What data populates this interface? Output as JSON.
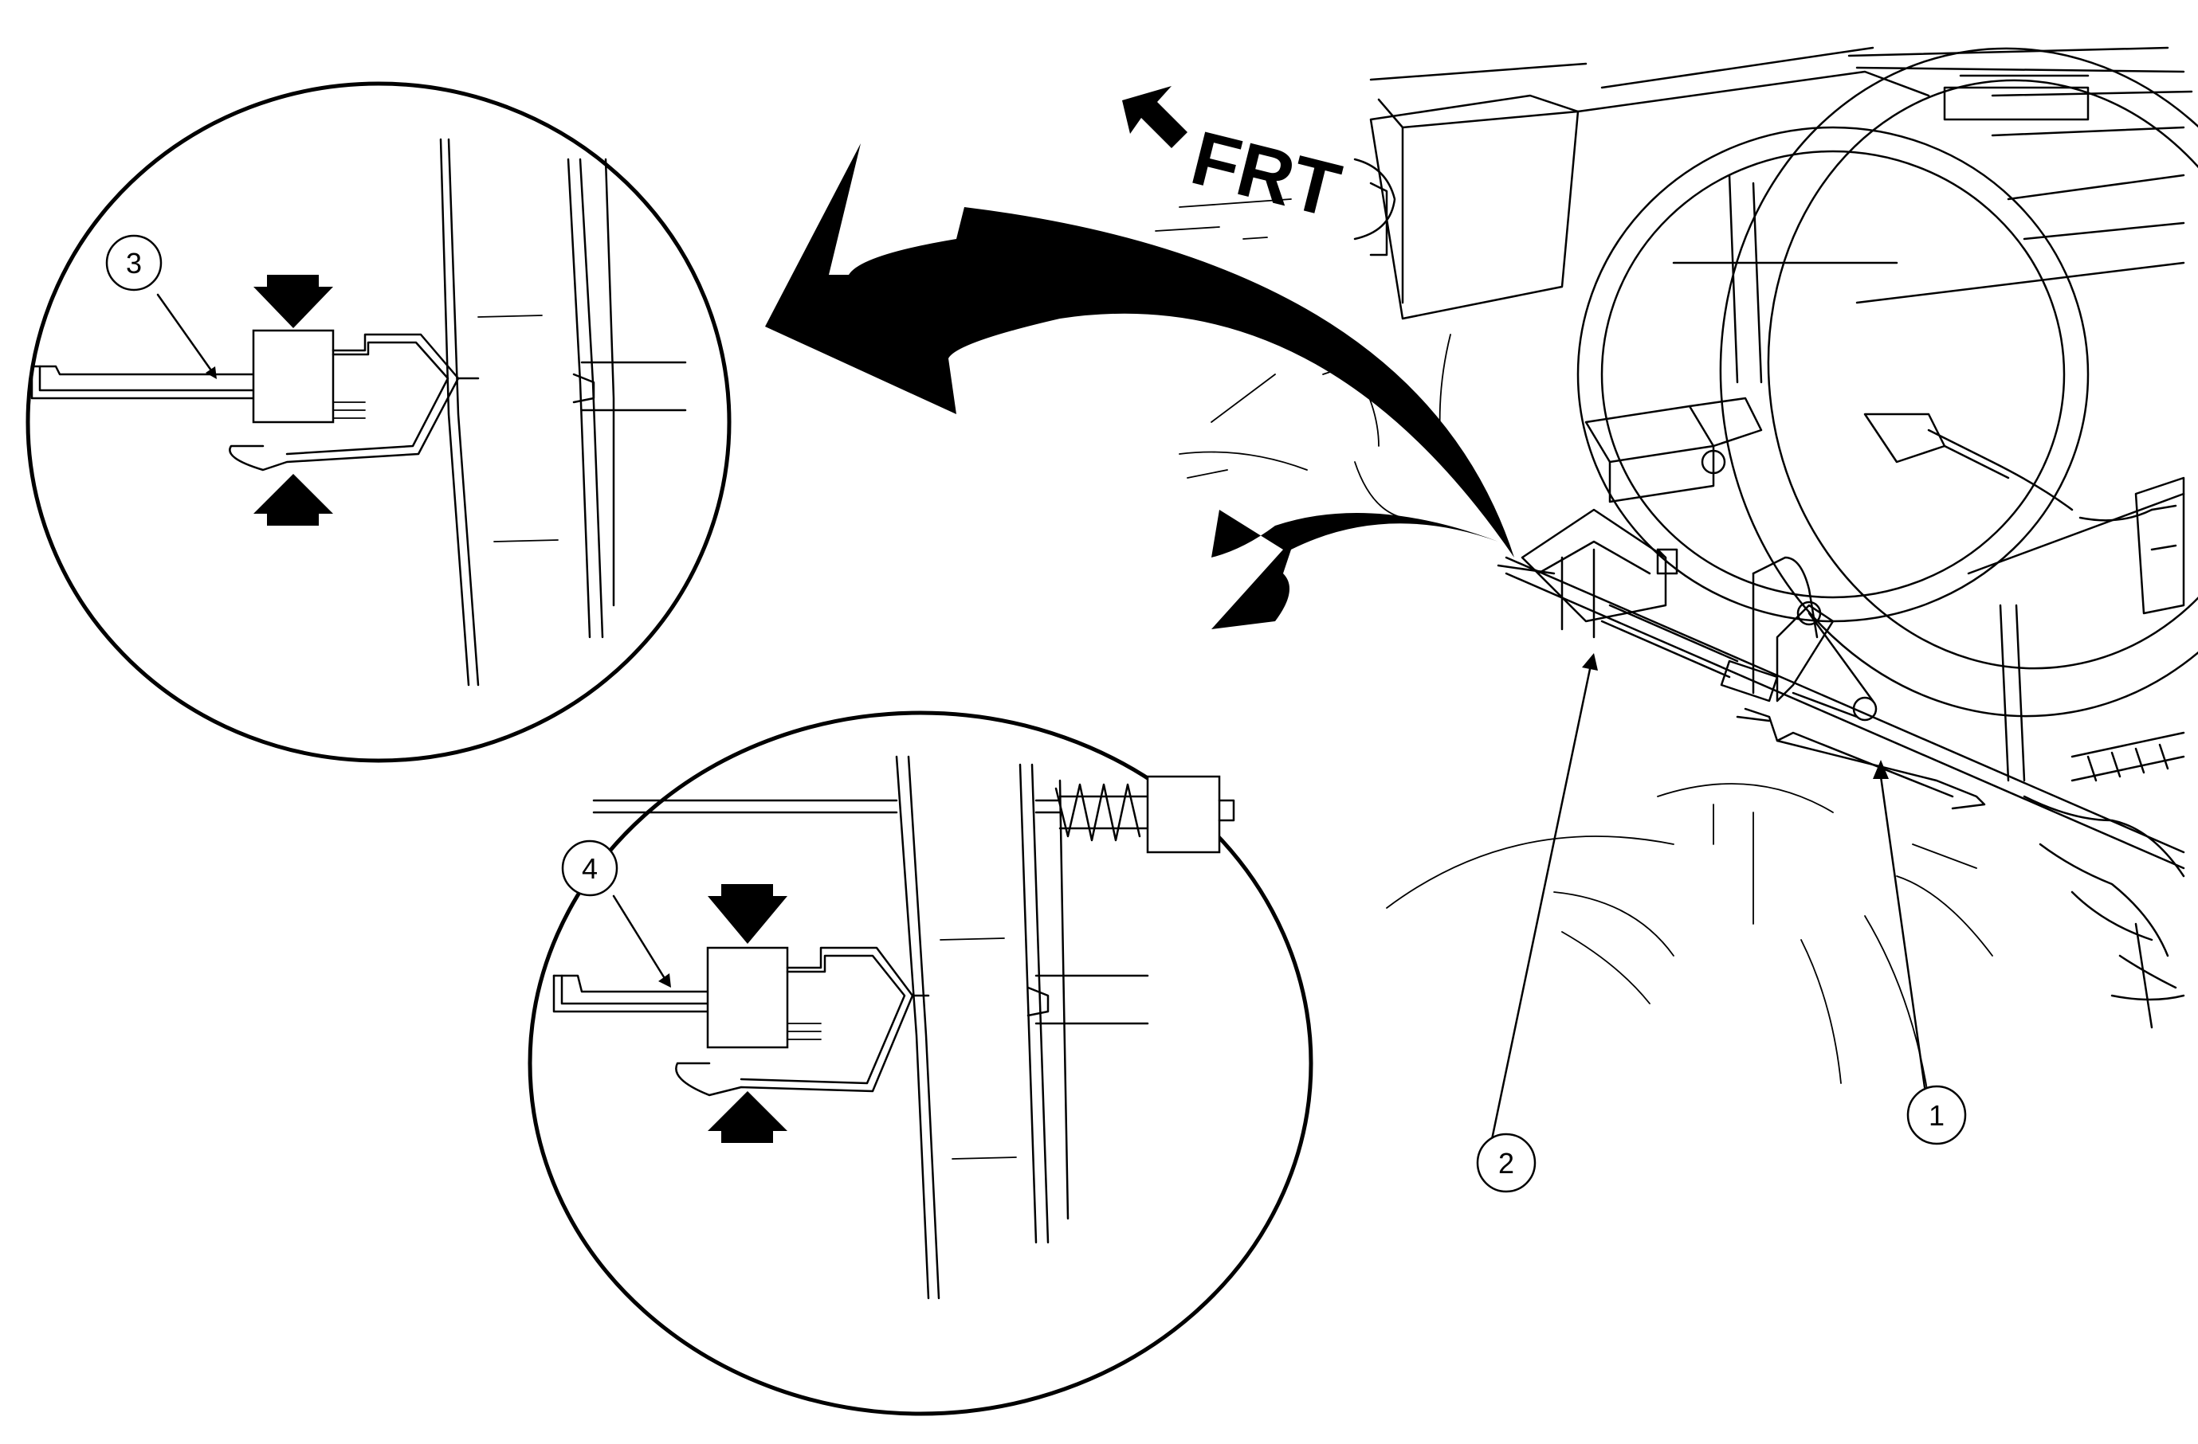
{
  "diagram": {
    "direction_label": "FRT",
    "callouts": [
      {
        "id": "callout-1",
        "label": "1"
      },
      {
        "id": "callout-2",
        "label": "2"
      },
      {
        "id": "callout-3",
        "label": "3"
      },
      {
        "id": "callout-4",
        "label": "4"
      }
    ]
  }
}
